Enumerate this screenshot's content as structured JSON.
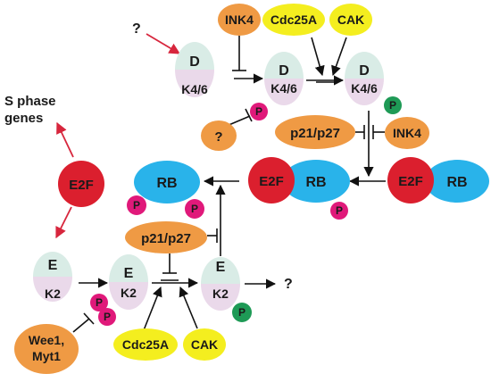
{
  "colors": {
    "orange": "#ef9a44",
    "yellow": "#f4ee1f",
    "red": "#db1f2e",
    "blue": "#29b3ea",
    "cyclin_top": "#d9ece6",
    "cdk_bottom": "#ead9ea",
    "phospho_magenta": "#e0197a",
    "phospho_green": "#1e9a56",
    "red_arrow": "#d7263d"
  },
  "labels": {
    "q_top": "?",
    "ink4_top": "INK4",
    "cdc25a_top": "Cdc25A",
    "cak_top": "CAK",
    "cyclin_d": "D",
    "cdk46": "K4/6",
    "q_mid": "?",
    "p21p27_top": "p21/p27",
    "ink4_right": "INK4",
    "s_phase_genes_line1": "S phase",
    "s_phase_genes_line2": "genes",
    "e2f": "E2F",
    "rb": "RB",
    "p21p27_mid": "p21/p27",
    "cyclin_e": "E",
    "cdk2": "K2",
    "q_right": "?",
    "wee1_line1": "Wee1,",
    "wee1_line2": "Myt1",
    "cdc25a_bottom": "Cdc25A",
    "cak_bottom": "CAK",
    "phospho": "P"
  }
}
